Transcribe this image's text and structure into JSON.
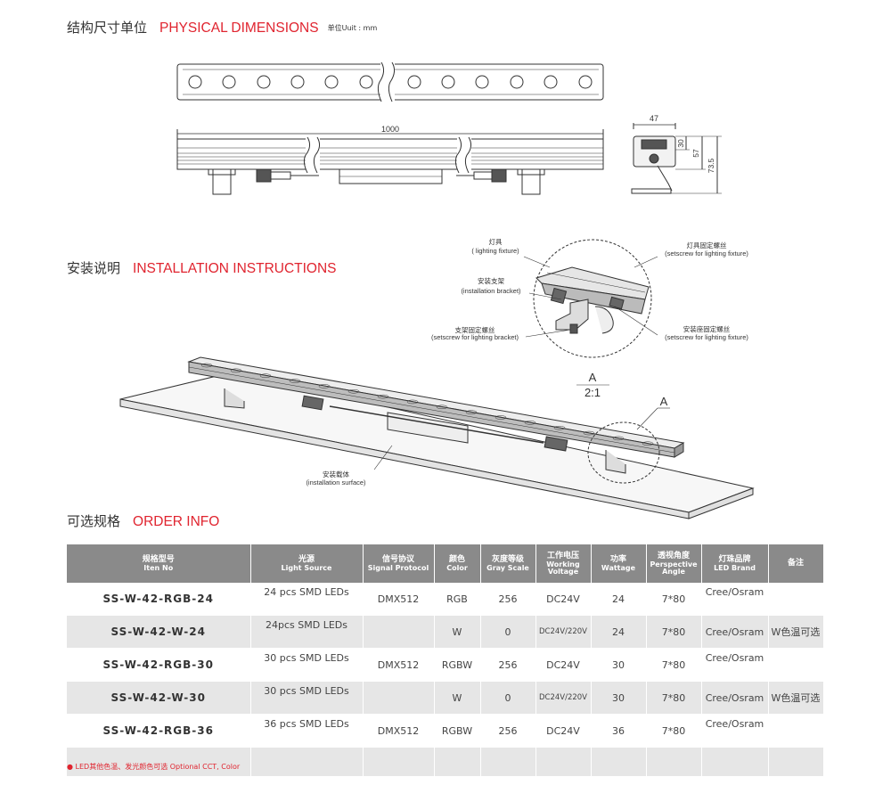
{
  "physical": {
    "cn": "结构尺寸单位",
    "en": "PHYSICAL DIMENSIONS",
    "unit": "单位Uuit : mm"
  },
  "dims": {
    "length": "1000",
    "width": "47",
    "h1": "30",
    "h2": "57",
    "h3": "73.5"
  },
  "install": {
    "cn": "安装说明",
    "en": "INSTALLATION INSTRUCTIONS",
    "fixture_cn": "灯具",
    "fixture_en": "( lighting fixture)",
    "bracket_cn": "安装支架",
    "bracket_en": "(installation bracket)",
    "bracket_screw_cn": "支架固定螺丝",
    "bracket_screw_en": "(setscrew for lighting bracket)",
    "fixture_screw_cn": "灯具固定螺丝",
    "fixture_screw_en": "(setscrew for lighting fixture)",
    "base_screw_cn": "安装座固定螺丝",
    "base_screw_en": "(setscrew for lighting fixture)",
    "surface_cn": "安装载体",
    "surface_en": "(installation surface)",
    "detail_label": "A",
    "detail_scale": "2:1",
    "callout": "A"
  },
  "order": {
    "cn": "可选规格",
    "en": "ORDER INFO",
    "headers": [
      {
        "cn": "规格型号",
        "en": "Iten No"
      },
      {
        "cn": "光源",
        "en": "Light Source"
      },
      {
        "cn": "信号协议",
        "en": "Signal Protocol"
      },
      {
        "cn": "颜色",
        "en": "Color"
      },
      {
        "cn": "灰度等级",
        "en": "Gray Scale"
      },
      {
        "cn": "工作电压",
        "en": "Working Voltage"
      },
      {
        "cn": "功率",
        "en": "Wattage"
      },
      {
        "cn": "透视角度",
        "en": "Perspective Angle"
      },
      {
        "cn": "灯珠品牌",
        "en": "LED Brand"
      },
      {
        "cn": "备注",
        "en": ""
      }
    ],
    "rows": [
      [
        "SS-W-42-RGB-24",
        "24 pcs SMD LEDs",
        "DMX512",
        "RGB",
        "256",
        "DC24V",
        "24",
        "7*80",
        "Cree/Osram",
        ""
      ],
      [
        "SS-W-42-W-24",
        "24pcs SMD LEDs",
        "",
        "W",
        "0",
        "DC24V/220V",
        "24",
        "7*80",
        "Cree/Osram",
        "W色温可选"
      ],
      [
        "SS-W-42-RGB-30",
        "30 pcs SMD LEDs",
        "DMX512",
        "RGBW",
        "256",
        "DC24V",
        "30",
        "7*80",
        "Cree/Osram",
        ""
      ],
      [
        "SS-W-42-W-30",
        "30 pcs SMD LEDs",
        "",
        "W",
        "0",
        "DC24V/220V",
        "30",
        "7*80",
        "Cree/Osram",
        "W色温可选"
      ],
      [
        "SS-W-42-RGB-36",
        "36 pcs SMD LEDs",
        "DMX512",
        "RGBW",
        "256",
        "DC24V",
        "36",
        "7*80",
        "Cree/Osram",
        ""
      ],
      [
        "",
        "",
        "",
        "",
        "",
        "",
        "",
        "",
        "",
        ""
      ]
    ],
    "note": "● LED其他色温、发光颜色可选  Optional CCT, Color"
  }
}
